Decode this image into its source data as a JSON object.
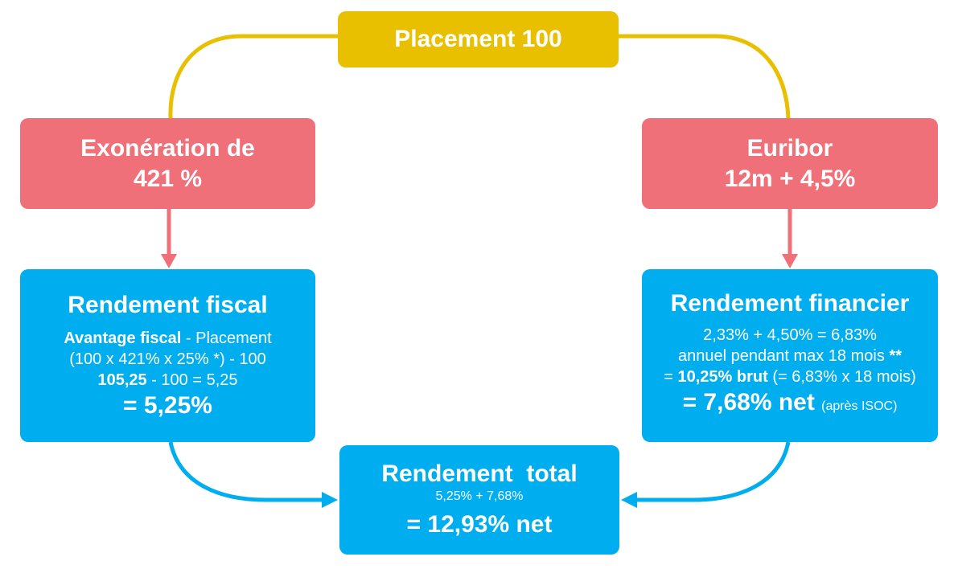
{
  "colors": {
    "yellow": "#e8c000",
    "red": "#ef7079",
    "blue": "#00aeef",
    "connector_yellow": "#e8c000",
    "connector_red": "#ef7079",
    "connector_blue": "#00aeef"
  },
  "placement": {
    "label": "Placement 100"
  },
  "exoneration": {
    "line1": "Exonération de",
    "line2": "421 %"
  },
  "euribor": {
    "line1": "Euribor",
    "line2": "12m + 4,5%"
  },
  "fiscal": {
    "title": "Rendement fiscal",
    "l1_bold": "Avantage fiscal",
    "l1_rest": " - Placement",
    "l2": "(100 x 421% x 25% *) - 100",
    "l3_bold": "105,25",
    "l3_rest": " - 100 = 5,25",
    "result": "= 5,25%"
  },
  "financier": {
    "title": "Rendement financier",
    "l1": "2,33% + 4,50% = 6,83%",
    "l2": "annuel pendant max 18 mois ",
    "l2_mark": "**",
    "l3_pre": "= ",
    "l3_bold": "10,25% brut",
    "l3_rest": " (= 6,83% x 18 mois)",
    "result": "= 7,68% net ",
    "result_note": "(après ISOC)"
  },
  "total": {
    "title": "Rendement  total",
    "formula": "5,25% + 7,68%",
    "result": "= 12,93% net"
  }
}
